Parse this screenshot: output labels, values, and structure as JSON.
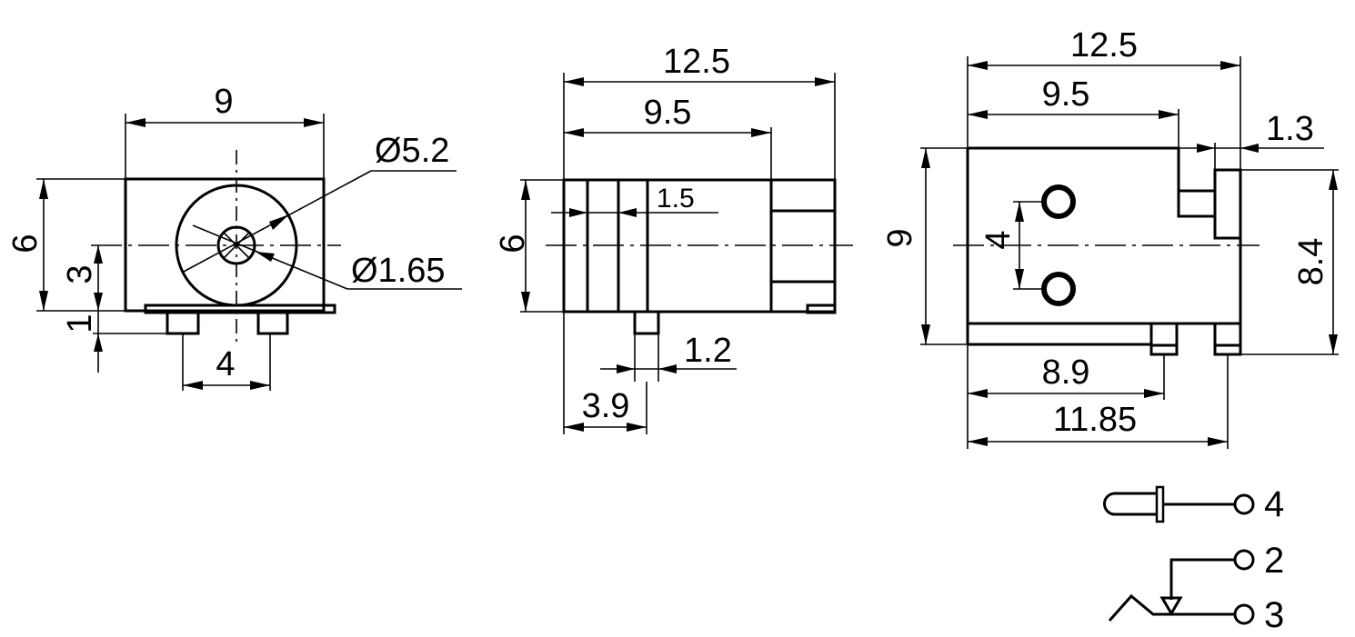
{
  "front_view": {
    "width": "9",
    "height": "6",
    "center_height": "3",
    "pin_height": "1",
    "pin_spacing": "4",
    "outer_diameter": "Ø5.2",
    "inner_diameter": "Ø1.65"
  },
  "side_view": {
    "length": "12.5",
    "body_length": "9.5",
    "height": "6",
    "ring_width": "1.5",
    "pin_width": "1.2",
    "pin_position": "3.9"
  },
  "top_view": {
    "length": "12.5",
    "body_length": "9.5",
    "tab_width": "1.3",
    "width": "9",
    "hole_spacing": "4",
    "tab_span": "8.4",
    "pad_position_1": "8.9",
    "pad_position_2": "11.85"
  },
  "schematic": {
    "pins": [
      "4",
      "2",
      "3"
    ]
  }
}
